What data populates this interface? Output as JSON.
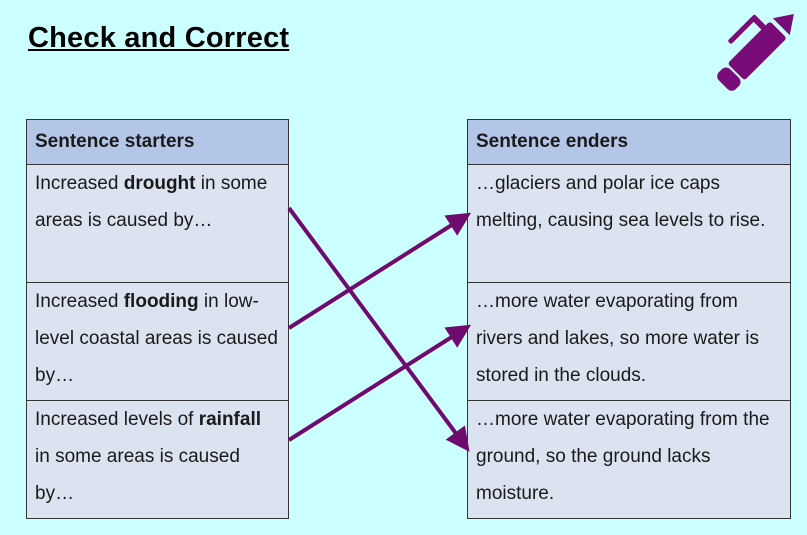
{
  "title": "Check and Correct",
  "starters": {
    "header": "Sentence starters",
    "rows": [
      {
        "pre": "Increased ",
        "bold": "drought",
        "post": " in some areas is caused by…"
      },
      {
        "pre": "Increased ",
        "bold": "flooding",
        "post": " in low-level coastal areas is caused by…"
      },
      {
        "pre": "Increased levels of ",
        "bold": "rainfall",
        "post": " in some areas is caused by…"
      }
    ]
  },
  "enders": {
    "header": "Sentence enders",
    "rows": [
      "…glaciers and polar ice caps melting, causing sea levels to rise.",
      "…more water evaporating from rivers and lakes, so more water is stored in the clouds.",
      "…more water evaporating from the ground, so the ground lacks moisture."
    ]
  },
  "matches": [
    {
      "from": 1,
      "to": 3
    },
    {
      "from": 2,
      "to": 1
    },
    {
      "from": 3,
      "to": 2
    }
  ],
  "colors": {
    "arrow": "#6f0a6f",
    "pen": "#7a0c7a",
    "background": "#ccffff",
    "header": "#b4c6e7",
    "cell": "#dbe3f1"
  },
  "icons": {
    "pen": "pen-icon"
  }
}
